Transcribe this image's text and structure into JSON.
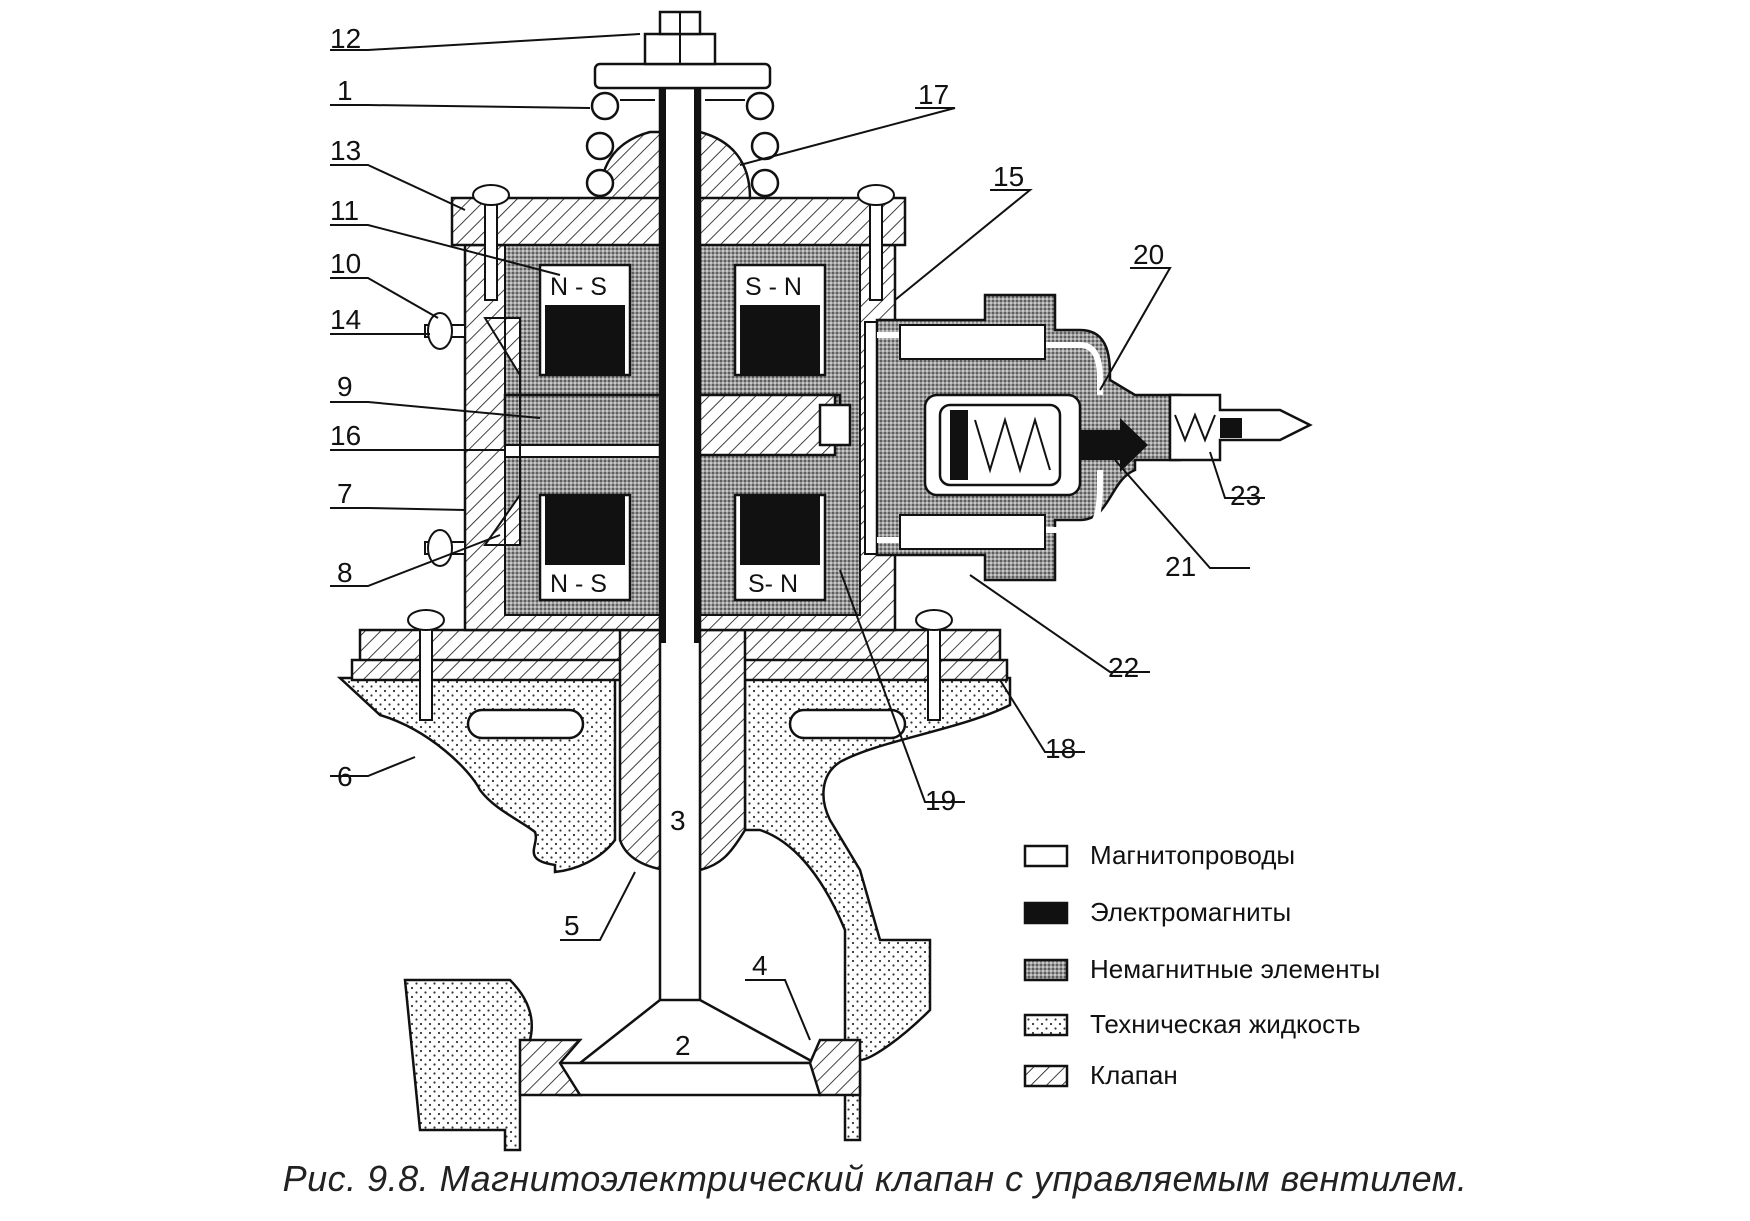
{
  "caption": "Рис. 9.8. Магнитоэлектрический клапан с управляемым вентилем.",
  "labels": [
    "12",
    "1",
    "17",
    "13",
    "15",
    "11",
    "10",
    "20",
    "14",
    "9",
    "16",
    "7",
    "23",
    "21",
    "8",
    "22",
    "18",
    "6",
    "19",
    "5",
    "3",
    "4",
    "2"
  ],
  "coil_labels": [
    "N - S",
    "S - N",
    "N - S",
    "S- N"
  ],
  "legend": [
    {
      "text": "Магнитопроводы",
      "pattern": "white"
    },
    {
      "text": "Электромагниты",
      "pattern": "black"
    },
    {
      "text": "Немагнитные элементы",
      "pattern": "dense"
    },
    {
      "text": "Техническая жидкость",
      "pattern": "dots"
    },
    {
      "text": "Клапан",
      "pattern": "hatch"
    }
  ]
}
